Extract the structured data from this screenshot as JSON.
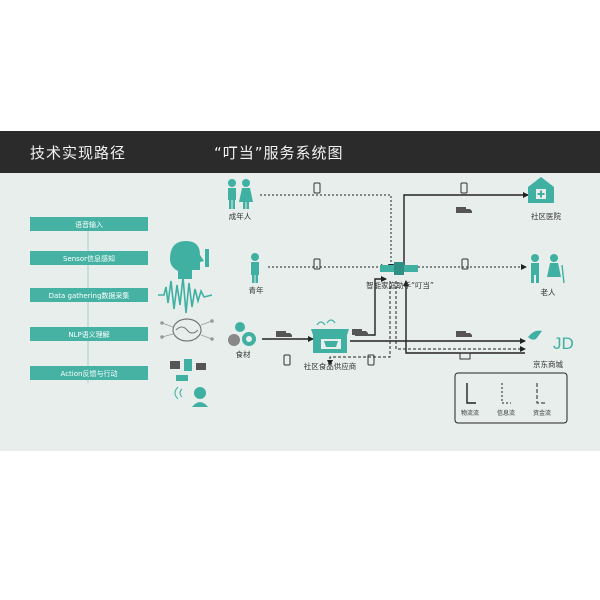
{
  "header": {
    "left_title": "技术实现路径",
    "right_title": "“叮当”服务系统图"
  },
  "pipeline": {
    "steps": [
      "语音输入",
      "Sensor信息感知",
      "Data gathering数据采集",
      "NLP语义理解",
      "Action反馈与行动"
    ]
  },
  "nodes": {
    "adult": "成年人",
    "youth": "青年",
    "ingredients": "食材",
    "community_hospital": "社区医院",
    "elderly": "老人",
    "jd_mall": "京东商城",
    "assistant": "智能家庭助手“叮当”",
    "food_supplier": "社区食品供应商"
  },
  "logo": {
    "jd": "JD"
  },
  "legend": {
    "items": [
      "物流流",
      "信息流",
      "资金流"
    ]
  },
  "colors": {
    "accent": "#3fb0a2",
    "header": "#2b2b2b",
    "background": "#e8eeec",
    "line": "#222222"
  }
}
